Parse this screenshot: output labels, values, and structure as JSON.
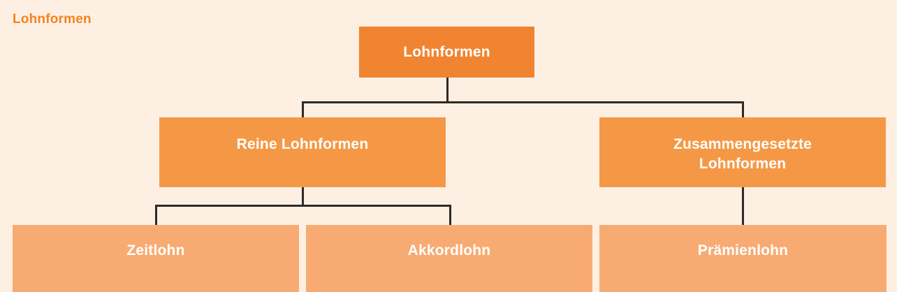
{
  "caption": "Lohnformen",
  "theme": {
    "background": "#FDF0E3",
    "caption_color": "#F58220",
    "level1_fill": "#F08430",
    "level2_fill": "#F59846",
    "level3_fill": "#F7AB72",
    "connector_color": "#2F2A28",
    "node_text_color": "#FFFFFF"
  },
  "diagram": {
    "type": "tree",
    "title": "Lohnformen",
    "levels": 3,
    "root": {
      "label": "Lohnformen",
      "children": [
        {
          "label": "Reine Lohnformen",
          "children": [
            {
              "label": "Zeitlohn"
            },
            {
              "label": "Akkordlohn"
            }
          ]
        },
        {
          "label": "Zusammengesetzte\nLohnformen",
          "children": [
            {
              "label": "Prämienlohn"
            }
          ]
        }
      ]
    },
    "nodes": {
      "root": "Lohnformen",
      "branch_left": "Reine Lohnformen",
      "branch_right": "Zusammengesetzte\nLohnformen",
      "leaf_1": "Zeitlohn",
      "leaf_2": "Akkordlohn",
      "leaf_3": "Prämienlohn"
    }
  }
}
